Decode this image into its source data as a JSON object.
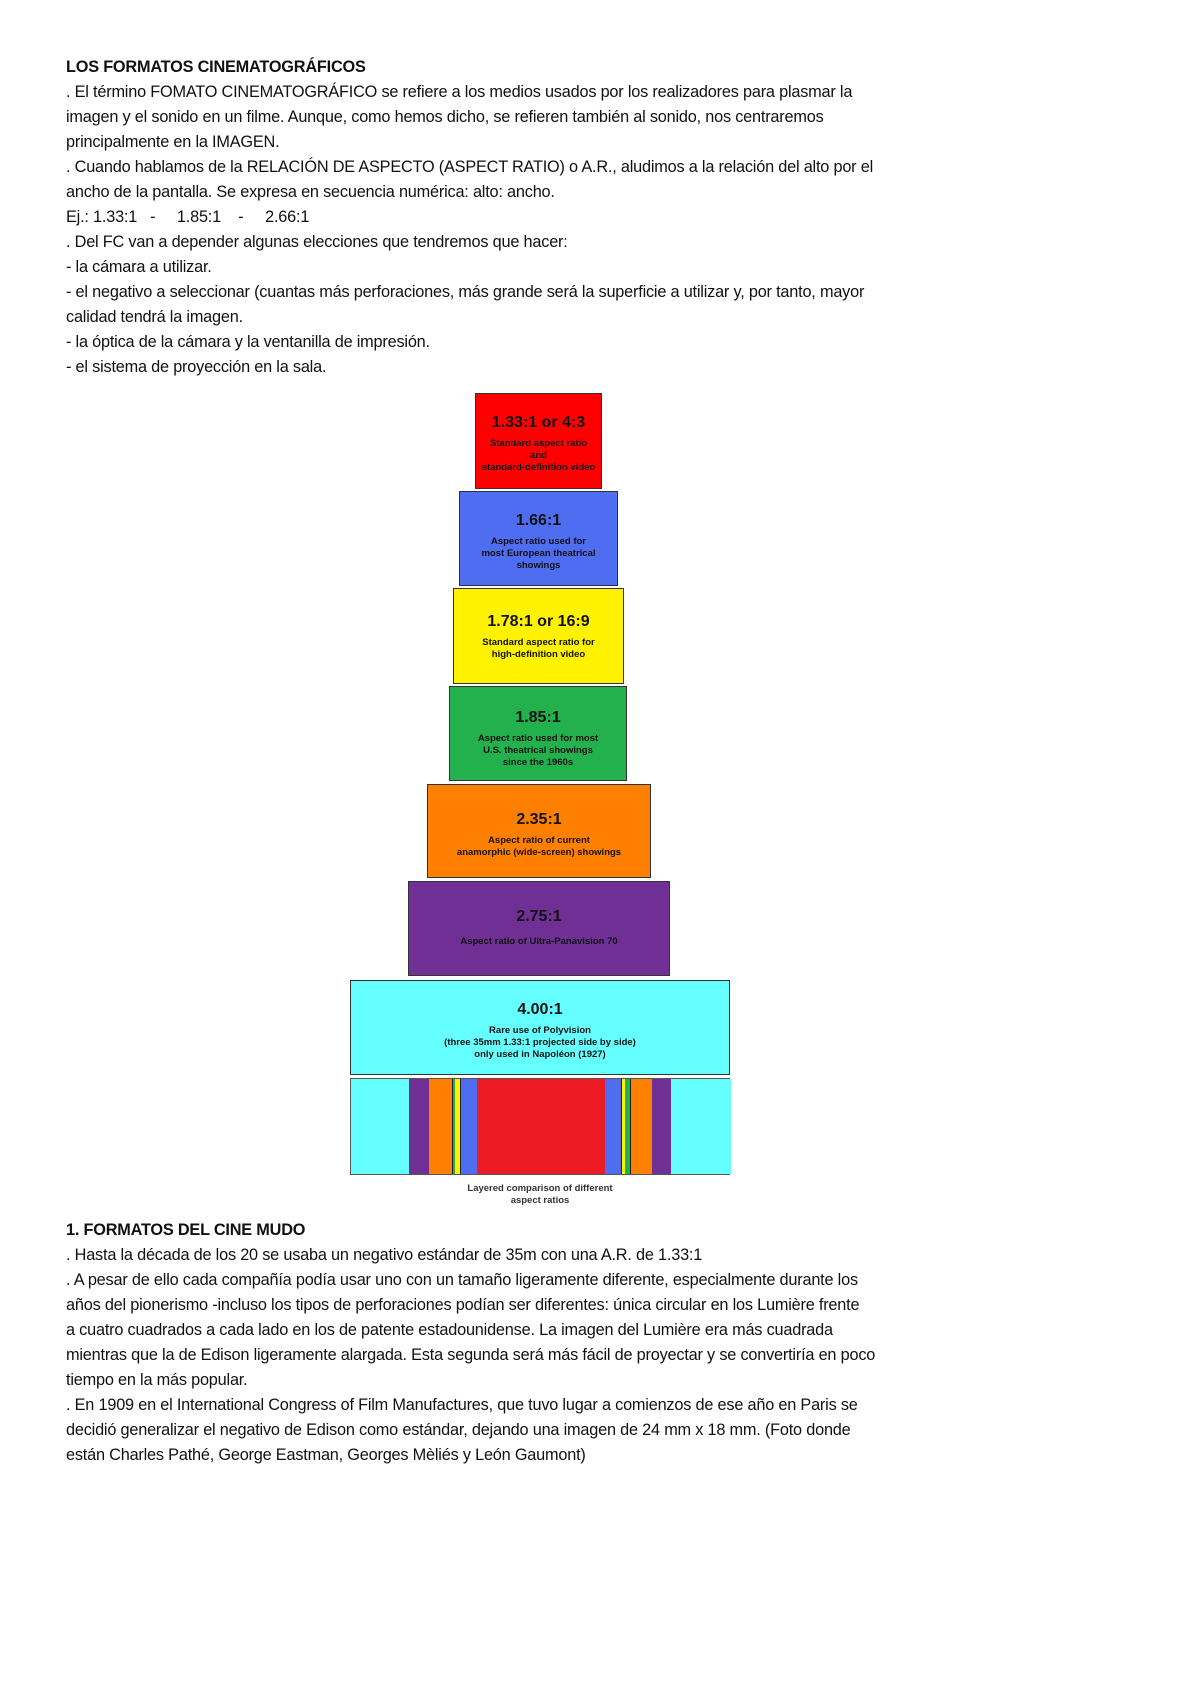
{
  "section1": {
    "title": "LOS FORMATOS CINEMATOGRÁFICOS",
    "lines": [
      ". El término FOMATO CINEMATOGRÁFICO se refiere a los medios usados por los realizadores para plasmar la",
      "imagen y el sonido en un filme. Aunque, como hemos dicho, se refieren también al sonido, nos centraremos",
      "principalmente en la IMAGEN.",
      ". Cuando hablamos de la RELACIÓN DE ASPECTO (ASPECT RATIO) o A.R., aludimos a la relación del alto por el",
      "ancho de la pantalla. Se expresa en secuencia numérica: alto: ancho.",
      "Ej.: 1.33:1   -     1.85:1    -     2.66:1",
      ". Del FC van a depender algunas elecciones que tendremos que hacer:",
      "- la cámara a utilizar.",
      "- el negativo a seleccionar (cuantas más perforaciones, más grande será la superficie a utilizar y, por tanto, mayor",
      "calidad tendrá la imagen.",
      "- la óptica de la cámara y la ventanilla de impresión.",
      "- el sistema de proyección en la sala."
    ]
  },
  "figure": {
    "boxes": [
      {
        "ratio": "1.33:1 or 4:3",
        "desc": [
          "Standard aspect ratio",
          "and",
          "standard-definition video"
        ],
        "color": "#ff0000"
      },
      {
        "ratio": "1.66:1",
        "desc": [
          "Aspect ratio used for",
          "most European theatrical",
          "showings"
        ],
        "color": "#4e6df0"
      },
      {
        "ratio": "1.78:1 or 16:9",
        "desc": [
          "Standard aspect ratio for",
          "high-definition video"
        ],
        "color": "#fff200"
      },
      {
        "ratio": "1.85:1",
        "desc": [
          "Aspect ratio used for most",
          "U.S. theatrical showings",
          "since the 1960s"
        ],
        "color": "#23b14d"
      },
      {
        "ratio": "2.35:1",
        "desc": [
          "Aspect ratio of current",
          "anamorphic (wide-screen) showings"
        ],
        "color": "#ff7f00"
      },
      {
        "ratio": "2.75:1",
        "desc": [
          "Aspect ratio of Ultra-Panavision 70"
        ],
        "color": "#6f2f95"
      },
      {
        "ratio": "4.00:1",
        "desc": [
          "Rare use of Polyvision",
          "(three 35mm 1.33:1 projected side by side)",
          "only used in Napoléon (1927)"
        ],
        "color": "#66ffff"
      }
    ],
    "caption": [
      "Layered comparison of different",
      "aspect ratios"
    ]
  },
  "section2": {
    "title": "1. FORMATOS DEL CINE MUDO",
    "lines": [
      ". Hasta la década de los 20 se usaba un negativo estándar de 35m con una A.R. de 1.33:1",
      ". A pesar de ello cada compañía podía usar uno con un tamaño ligeramente diferente, especialmente durante los",
      "años del pionerismo -incluso los tipos de perforaciones podían ser diferentes: única circular en los Lumière frente",
      "a cuatro cuadrados a cada lado en los de patente estadounidense. La imagen del Lumière era más cuadrada",
      "mientras que la de Edison ligeramente alargada. Esta segunda será más fácil de proyectar y se convertiría en poco",
      "tiempo en la más popular.",
      ". En 1909 en el International Congress of Film Manufactures, que tuvo lugar a comienzos de ese año en Paris se",
      "decidió generalizar el negativo de Edison como estándar, dejando una imagen de 24 mm x 18 mm. (Foto donde",
      "están Charles Pathé, George Eastman, Georges Mèliés y León Gaumont)"
    ]
  }
}
